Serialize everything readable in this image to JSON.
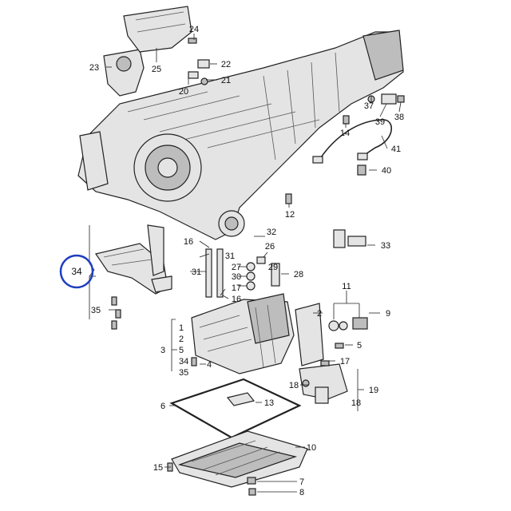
{
  "diagram": {
    "callouts": [
      {
        "id": "c24",
        "text": "24"
      },
      {
        "id": "c25",
        "text": "25"
      },
      {
        "id": "c23",
        "text": "23"
      },
      {
        "id": "c22",
        "text": "22"
      },
      {
        "id": "c21",
        "text": "21"
      },
      {
        "id": "c20",
        "text": "20"
      },
      {
        "id": "c37",
        "text": "37"
      },
      {
        "id": "c39",
        "text": "39"
      },
      {
        "id": "c38",
        "text": "38"
      },
      {
        "id": "c14",
        "text": "14"
      },
      {
        "id": "c41",
        "text": "41"
      },
      {
        "id": "c40",
        "text": "40"
      },
      {
        "id": "c12",
        "text": "12"
      },
      {
        "id": "c32",
        "text": "32"
      },
      {
        "id": "c33",
        "text": "33"
      },
      {
        "id": "c16a",
        "text": "16"
      },
      {
        "id": "c31a",
        "text": "31"
      },
      {
        "id": "c26",
        "text": "26"
      },
      {
        "id": "c31b",
        "text": "31"
      },
      {
        "id": "c27",
        "text": "27"
      },
      {
        "id": "c29",
        "text": "29"
      },
      {
        "id": "c30",
        "text": "30"
      },
      {
        "id": "c28",
        "text": "28"
      },
      {
        "id": "c17a",
        "text": "17"
      },
      {
        "id": "c16b",
        "text": "16"
      },
      {
        "id": "c34main",
        "text": "34"
      },
      {
        "id": "c35",
        "text": "35"
      },
      {
        "id": "c11",
        "text": "11"
      },
      {
        "id": "c2",
        "text": "2"
      },
      {
        "id": "c9",
        "text": "9"
      },
      {
        "id": "c5",
        "text": "5"
      },
      {
        "id": "c17b",
        "text": "17"
      },
      {
        "id": "c4",
        "text": "4"
      },
      {
        "id": "c18a",
        "text": "18"
      },
      {
        "id": "c19",
        "text": "19"
      },
      {
        "id": "c18b",
        "text": "18"
      },
      {
        "id": "c6",
        "text": "6"
      },
      {
        "id": "c13",
        "text": "13"
      },
      {
        "id": "c10",
        "text": "10"
      },
      {
        "id": "c15",
        "text": "15"
      },
      {
        "id": "c7",
        "text": "7"
      },
      {
        "id": "c8",
        "text": "8"
      },
      {
        "id": "c3",
        "text": "3"
      }
    ],
    "valve_body_list": [
      "1",
      "2",
      "5",
      "34",
      "35"
    ],
    "highlight_ring_color": "#1f3fbf",
    "line_color": "#222222",
    "part_fill": "#e4e4e4"
  }
}
